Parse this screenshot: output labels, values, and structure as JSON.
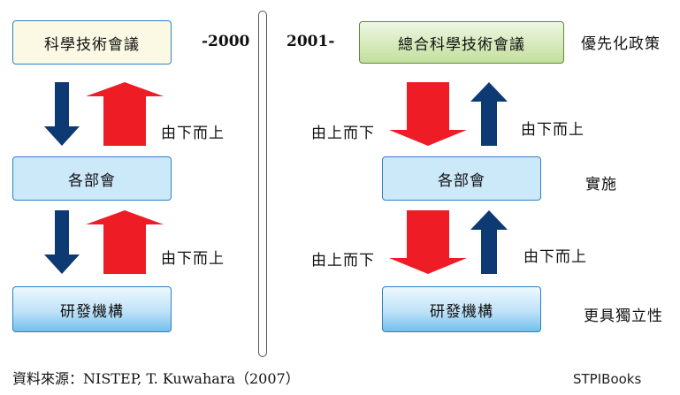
{
  "left": {
    "period": "-2000",
    "boxes": {
      "top": "科學技術會議",
      "middle": "各部會",
      "bottom": "研發機構"
    },
    "arrow_labels": {
      "upper": "由下而上",
      "lower": "由下而上"
    }
  },
  "right": {
    "period": "2001-",
    "boxes": {
      "top": "總合科學技術會議",
      "middle": "各部會",
      "bottom": "研發機構"
    },
    "arrow_labels": {
      "upper_down": "由上而下",
      "upper_up": "由下而上",
      "lower_down": "由上而下",
      "lower_up": "由下而上"
    },
    "side_notes": {
      "top": "優先化政策",
      "middle": "實施",
      "bottom": "更具獨立性"
    }
  },
  "source": "資料來源：NISTEP, T. Kuwahara（2007）",
  "brand": "STPIBooks",
  "colors": {
    "down_arrow_dark": "#0e3a74",
    "up_arrow_red": "#ee1c25",
    "box_border": "#2f7fc0"
  }
}
